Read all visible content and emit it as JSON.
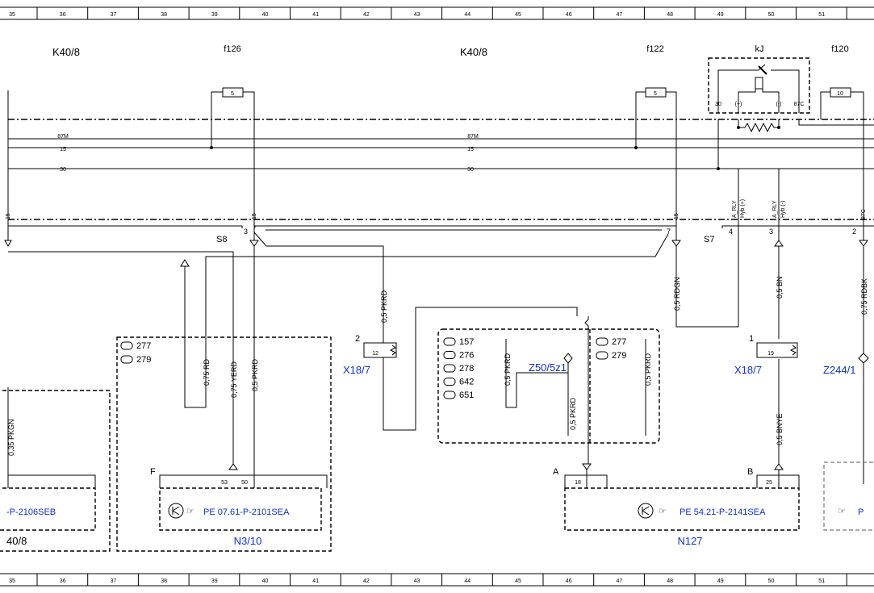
{
  "grid": {
    "columns": [
      "35",
      "36",
      "37",
      "38",
      "39",
      "40",
      "41",
      "42",
      "43",
      "44",
      "45",
      "46",
      "47",
      "48",
      "49",
      "50",
      "51"
    ]
  },
  "components": {
    "k40_left": "K40/8",
    "k40_mid": "K40/8",
    "f126": "f126",
    "f122": "f122",
    "f120": "f120",
    "kj": "kJ",
    "fuse_5a": "5",
    "fuse_5b": "5",
    "fuse_10": "10",
    "relay_pin_30": "30",
    "relay_pin_plus": "(+)",
    "relay_pin_minus": "(-)",
    "relay_pin_87c": "87C"
  },
  "buses": {
    "bus_87m_a": "87M",
    "bus_87m_b": "87M",
    "bus_15_a": "15",
    "bus_15_b": "15",
    "bus_30_a": "30",
    "bus_30_b": "30"
  },
  "connectors": {
    "tag_15a": "15",
    "tag_15b": "15",
    "tag_15c": "15",
    "tag_arly_plus": "A_RLY",
    "tag_hyb_plus": "Hyb (+)",
    "tag_arly_minus": "A_RLY",
    "tag_hyb_minus": "Hyb (-)",
    "tag_87c": "87C",
    "s8": "S8",
    "s7": "S7",
    "pin_s8_3": "3",
    "pin_s8_7": "7",
    "pin_s7_4": "4",
    "pin_s7_3": "3",
    "pin_s7_2": "2"
  },
  "wires": {
    "w_pkgn": "0,35 PKGN",
    "w_rd": "0,75 RD",
    "w_yerd": "0,75 YERD",
    "w_pkrd_a": "0,5 PKRD",
    "w_pkrd_b": "0,5 PKRD",
    "w_pkrd_c": "0,5 PKRD",
    "w_pkrd_d": "0,5 PKRD",
    "w_pkrd_e": "0,5 PKRD",
    "w_rdgn": "0,5 RDGN",
    "w_bn": "0,5 BN",
    "w_bnye": "0,5 BNYE",
    "w_rdbk": "0,75 RDBK"
  },
  "modules": {
    "x18_left": "X18/7",
    "x18_left_no": "2",
    "x18_left_pin": "12",
    "x18_right": "X18/7",
    "x18_right_no": "1",
    "x18_right_pin": "19",
    "z50": "Z50/5z1",
    "z244": "Z244/1",
    "n3_10": "N3/10",
    "n127": "N127",
    "n3_ref": "PE 07.61-P-2101SEA",
    "n127_ref": "PE 54.21-P-2141SEA",
    "left_ref": "-P-2106SEB",
    "left_name": "40/8",
    "f_label": "F",
    "a_label": "A",
    "b_label": "B",
    "pin_53": "53",
    "pin_50": "50",
    "pin_18": "18",
    "pin_25": "25",
    "right_ref": "P",
    "codes_n3": [
      "277",
      "279"
    ],
    "codes_z50": [
      "157",
      "276",
      "278",
      "642",
      "651"
    ],
    "codes_z50b": [
      "277",
      "279"
    ]
  },
  "icons": {
    "transistor": "transistor-icon",
    "pointer": "pointing-hand-icon",
    "code_tag": "code-tag-icon"
  }
}
